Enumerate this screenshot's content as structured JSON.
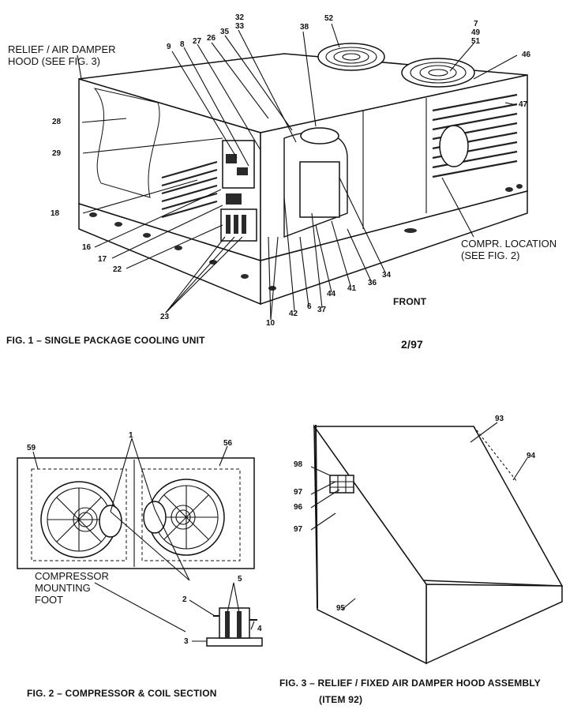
{
  "top_marks": {
    "rev": "2/97",
    "front": "FRONT"
  },
  "notes": {
    "relief_hood_1": "RELIEF / AIR DAMPER",
    "relief_hood_2": "HOOD (SEE FIG. 3)",
    "compr_loc_1": "COMPR. LOCATION",
    "compr_loc_2": "(SEE FIG. 2)",
    "mount_1": "COMPRESSOR",
    "mount_2": "MOUNTING",
    "mount_3": "FOOT"
  },
  "captions": {
    "fig1": "FIG. 1 – SINGLE PACKAGE COOLING UNIT",
    "fig2": "FIG. 2 – COMPRESSOR & COIL SECTION",
    "fig3_1": "FIG. 3 –  RELIEF / FIXED AIR DAMPER HOOD ASSEMBLY",
    "fig3_2": "(ITEM 92)"
  },
  "fig1_callouts": [
    "52",
    "32",
    "33",
    "38",
    "7",
    "49",
    "51",
    "46",
    "47",
    "9",
    "8",
    "27",
    "26",
    "35",
    "28",
    "29",
    "18",
    "16",
    "17",
    "22",
    "23",
    "10",
    "42",
    "6",
    "37",
    "44",
    "41",
    "36",
    "34"
  ],
  "fig2_callouts": [
    "59",
    "56",
    "1",
    "5",
    "2",
    "4",
    "3"
  ],
  "fig3_callouts": [
    "93",
    "94",
    "98",
    "97",
    "96",
    "97",
    "95"
  ]
}
